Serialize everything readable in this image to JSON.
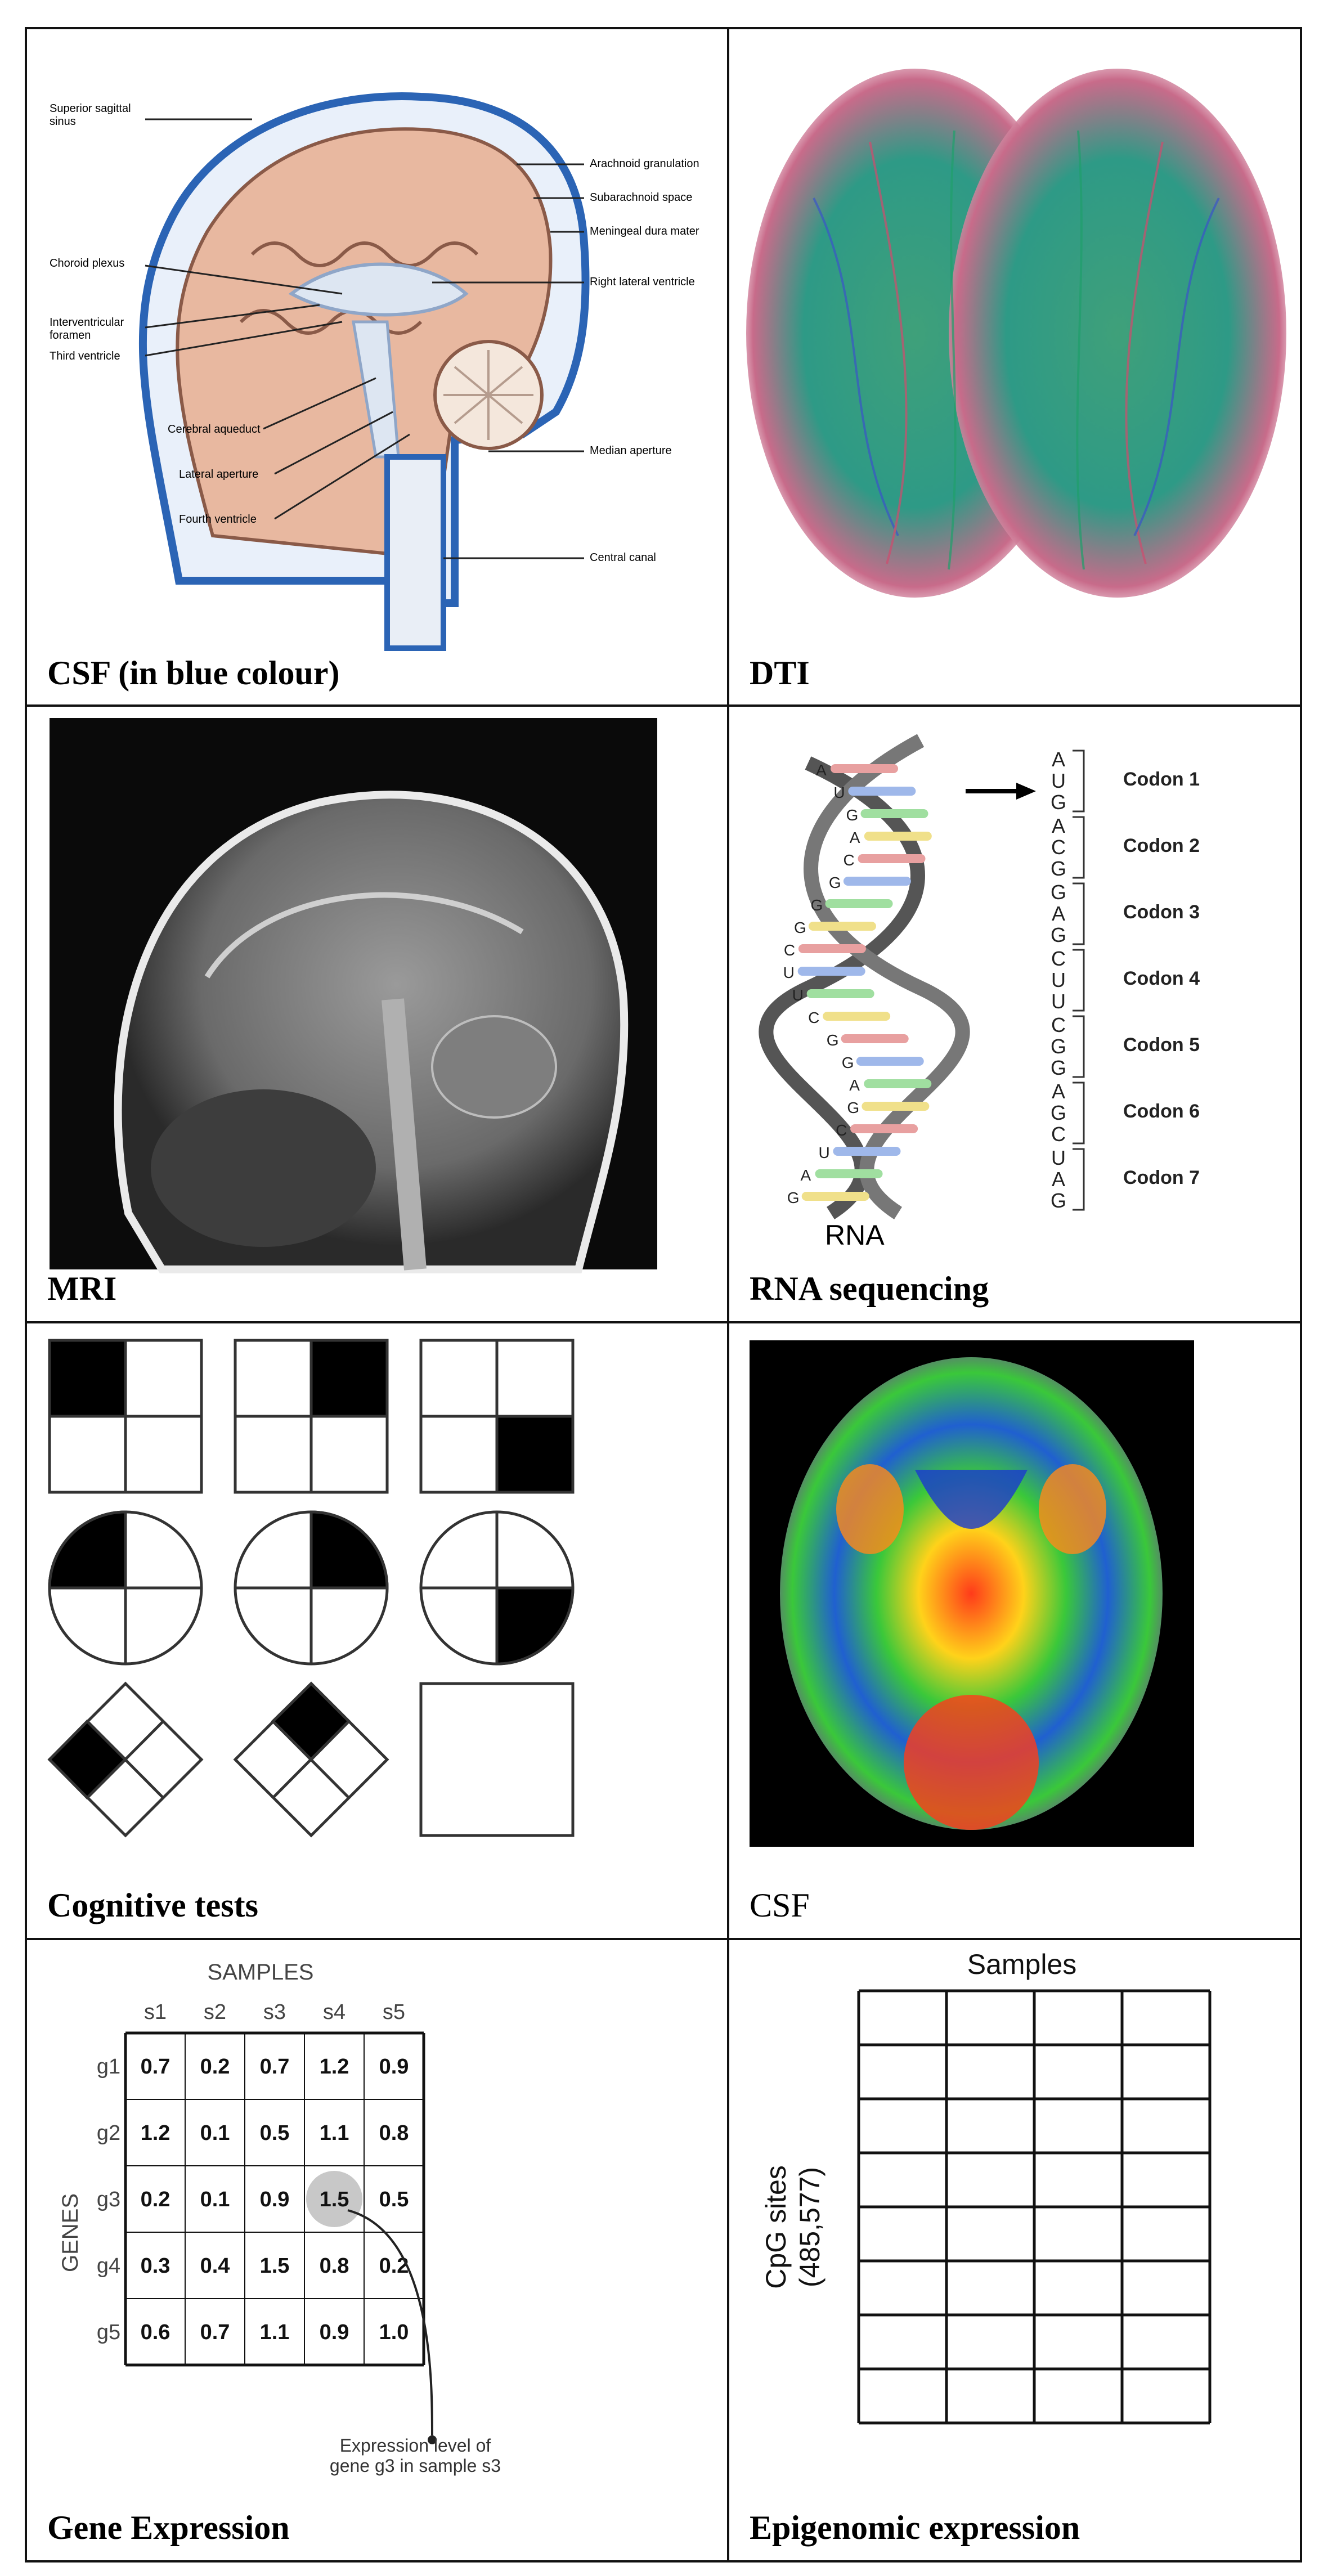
{
  "panels": [
    {
      "id": "csf-anatomy",
      "caption": "CSF (in blue colour)",
      "caption_bold": true,
      "labels_left": [
        "Superior sagittal sinus",
        "Choroid plexus",
        "Interventricular foramen",
        "Third ventricle",
        "Cerebral aqueduct",
        "Lateral aperture",
        "Fourth ventricle"
      ],
      "labels_right": [
        "Arachnoid granulation",
        "Subarachnoid space",
        "Meningeal dura mater",
        "Right lateral ventricle",
        "Median aperture",
        "Central canal"
      ]
    },
    {
      "id": "dti",
      "caption": "DTI",
      "caption_bold": true
    },
    {
      "id": "mri",
      "caption": "MRI",
      "caption_bold": true
    },
    {
      "id": "rna",
      "caption": "RNA sequencing",
      "caption_bold": true,
      "helix_label": "RNA",
      "strand_bases": [
        "A",
        "U",
        "G",
        "A",
        "C",
        "G",
        "G",
        "G",
        "C",
        "U",
        "U",
        "C",
        "G",
        "G",
        "A",
        "G",
        "C",
        "U",
        "A",
        "G"
      ],
      "codons": [
        {
          "label": "Codon 1",
          "bases": [
            "A",
            "U",
            "G"
          ]
        },
        {
          "label": "Codon 2",
          "bases": [
            "A",
            "C",
            "G"
          ]
        },
        {
          "label": "Codon 3",
          "bases": [
            "G",
            "A",
            "G"
          ]
        },
        {
          "label": "Codon 4",
          "bases": [
            "C",
            "U",
            "U"
          ]
        },
        {
          "label": "Codon 5",
          "bases": [
            "C",
            "G",
            "G"
          ]
        },
        {
          "label": "Codon 6",
          "bases": [
            "A",
            "G",
            "C"
          ]
        },
        {
          "label": "Codon 7",
          "bases": [
            "U",
            "A",
            "G"
          ]
        }
      ]
    },
    {
      "id": "cognitive",
      "caption": "Cognitive tests",
      "caption_bold": true
    },
    {
      "id": "pet",
      "caption": "CSF",
      "caption_bold": false
    },
    {
      "id": "gene-expression",
      "caption": "Gene Expression",
      "caption_bold": true,
      "top_title": "SAMPLES",
      "side_title": "GENES",
      "samples": [
        "s1",
        "s2",
        "s3",
        "s4",
        "s5"
      ],
      "genes": [
        "g1",
        "g2",
        "g3",
        "g4",
        "g5"
      ],
      "matrix": [
        [
          "0.7",
          "0.2",
          "0.7",
          "1.2",
          "0.9"
        ],
        [
          "1.2",
          "0.1",
          "0.5",
          "1.1",
          "0.8"
        ],
        [
          "0.2",
          "0.1",
          "0.9",
          "1.5",
          "0.5"
        ],
        [
          "0.3",
          "0.4",
          "1.5",
          "0.8",
          "0.2"
        ],
        [
          "0.6",
          "0.7",
          "1.1",
          "0.9",
          "1.0"
        ]
      ],
      "annotation": [
        "Expression level of",
        "gene g3 in sample s3"
      ]
    },
    {
      "id": "epigenomic",
      "caption": "Epigenomic expression",
      "caption_bold": true,
      "top_title": "Samples",
      "side_title": [
        "CpG sites",
        "(485,577)"
      ]
    }
  ]
}
